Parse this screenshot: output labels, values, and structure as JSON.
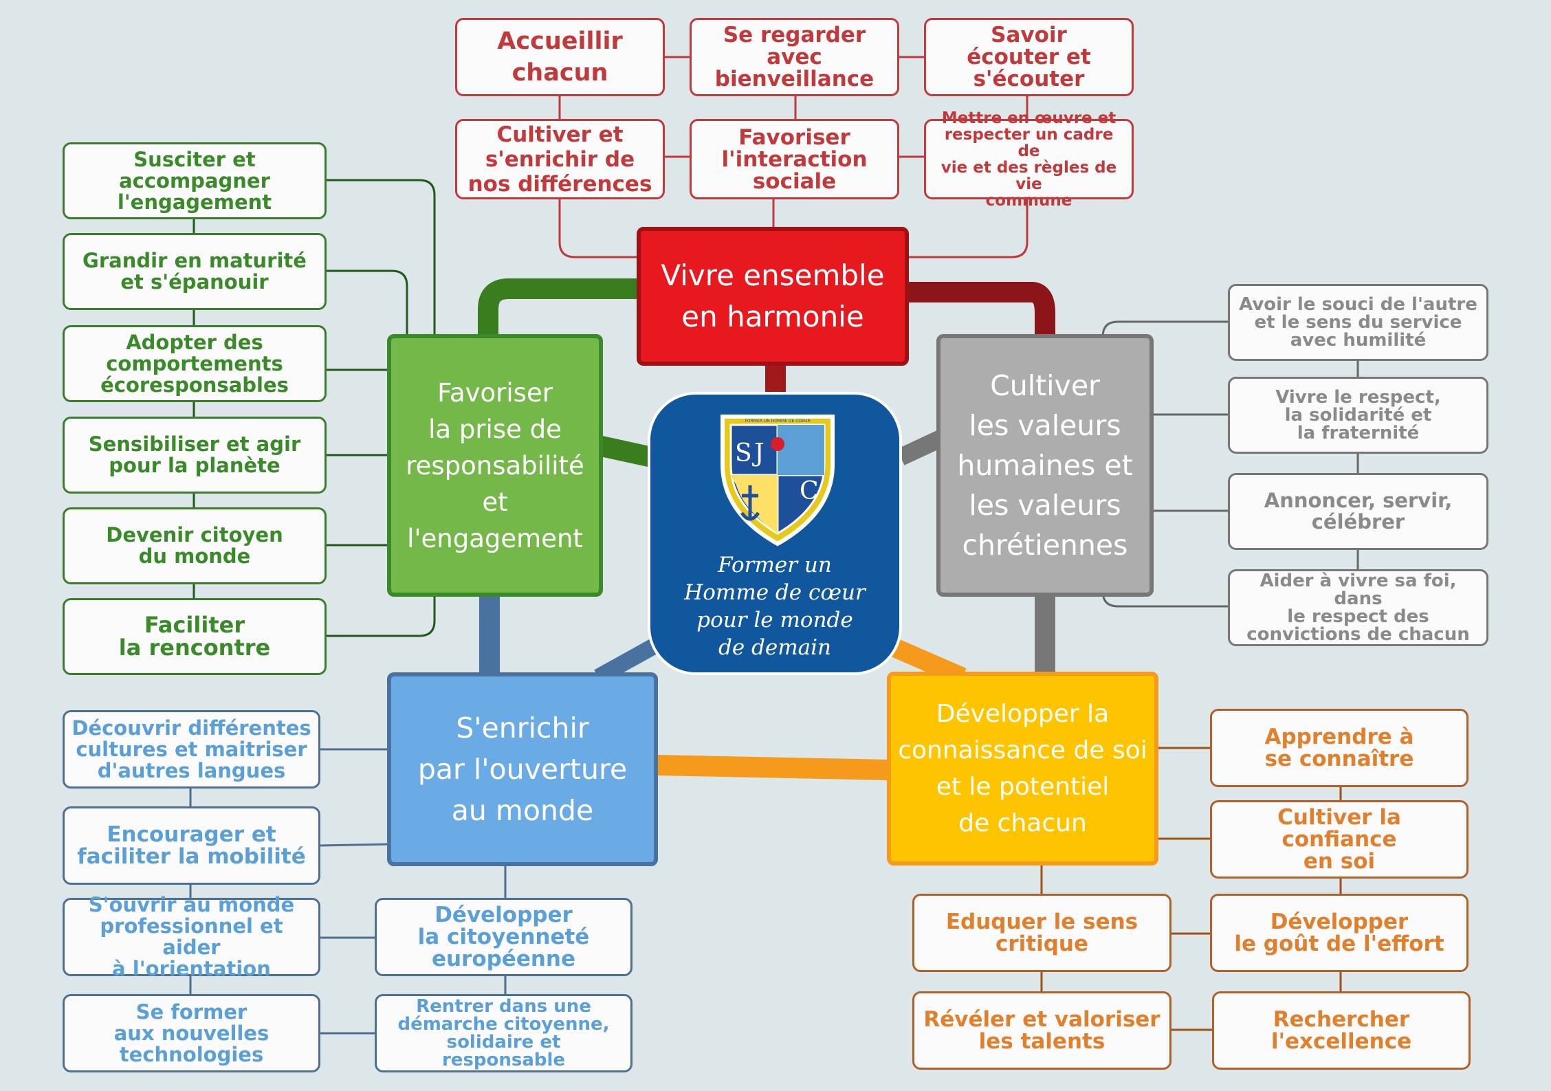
{
  "center": {
    "motto": "Former un\nHomme de cœur\npour le monde\nde demain",
    "crest": {
      "letters": [
        "S",
        "J",
        "L",
        "C"
      ],
      "motto_band": "FORMER UN HOMME DE COEUR"
    }
  },
  "colors": {
    "red": "#e8181f",
    "green": "#74b84a",
    "gray": "#adadad",
    "blue": "#6aabe5",
    "orange": "#ffc400",
    "center": "#10579e"
  },
  "hubs": {
    "vivre": "Vivre ensemble\nen harmonie",
    "favoriser": "Favoriser\nla prise de\nresponsabilité\net\nl'engagement",
    "cultiver": "Cultiver\nles valeurs\nhumaines et\nles valeurs\nchrétiennes",
    "enrichir": "S'enrichir\npar l'ouverture\nau monde",
    "developper": "Développer la\nconnaissance de soi\net le potentiel\nde chacun"
  },
  "red_items": [
    "Accueillir\nchacun",
    "Se regarder\navec\nbienveillance",
    "Savoir\nécouter et\ns'écouter",
    "Cultiver et\ns'enrichir de\nnos différences",
    "Favoriser\nl'interaction\nsociale",
    "Mettre en œuvre et\nrespecter un cadre de\nvie et des règles de vie\ncommune"
  ],
  "green_items": [
    "Susciter et\naccompagner\nl'engagement",
    "Grandir en maturité\net s'épanouir",
    "Adopter des\ncomportements\nécoresponsables",
    "Sensibiliser et agir\npour la planète",
    "Devenir citoyen\ndu monde",
    "Faciliter\nla rencontre"
  ],
  "gray_items": [
    "Avoir le souci de l'autre\net le sens du service\navec humilité",
    "Vivre le respect,\nla solidarité et\nla fraternité",
    "Annoncer, servir,\ncélébrer",
    "Aider à vivre sa foi, dans\nle respect des\nconvictions de chacun"
  ],
  "blue_items": [
    "Découvrir différentes\ncultures et maitriser\nd'autres langues",
    "Encourager et\nfaciliter la mobilité",
    "S'ouvrir au monde\nprofessionnel et aider\nà l'orientation",
    "Se former\naux nouvelles\ntechnologies",
    "Développer\nla citoyenneté\neuropéenne",
    "Rentrer dans une\ndémarche citoyenne,\nsolidaire et responsable"
  ],
  "orange_items": [
    "Apprendre à\nse connaître",
    "Cultiver la confiance\nen soi",
    "Eduquer le sens\ncritique",
    "Développer\nle goût de l'effort",
    "Révéler et valoriser\nles talents",
    "Rechercher\nl'excellence"
  ]
}
